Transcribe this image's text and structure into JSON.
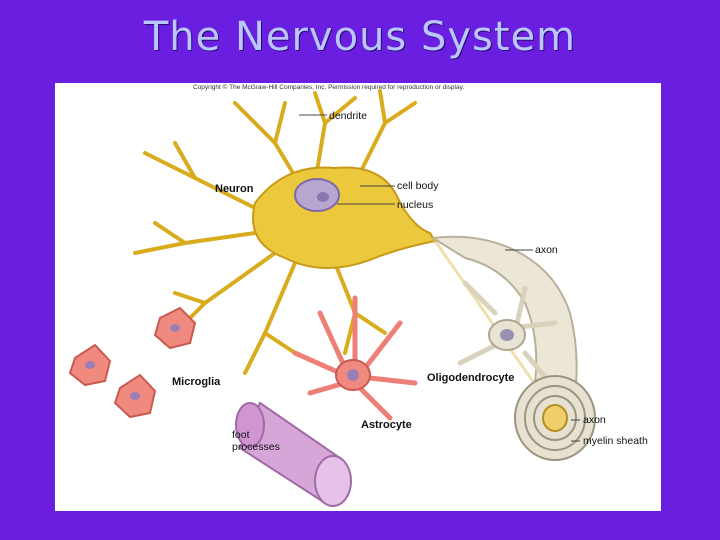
{
  "slide": {
    "title": "The Nervous System"
  },
  "figure": {
    "copyright": "Copyright © The McGraw-Hill Companies, Inc. Permission required for reproduction or display.",
    "labels": {
      "dendrite": "dendrite",
      "neuron": "Neuron",
      "cell_body": "cell body",
      "nucleus": "nucleus",
      "axon_top": "axon",
      "microglia": "Microglia",
      "oligodendrocyte": "Oligodendrocyte",
      "astrocyte": "Astrocyte",
      "axon_bottom": "axon",
      "myelin_sheath": "myelin sheath",
      "foot_processes": "foot\nprocesses"
    }
  },
  "colors": {
    "background": "#6a1ee0",
    "title": "#b9c6ff",
    "neuron": "#e8c43a",
    "glia_pink": "#f08a7e",
    "myelin": "#ece8dc",
    "blood_vessel": "#d7a6d9"
  }
}
